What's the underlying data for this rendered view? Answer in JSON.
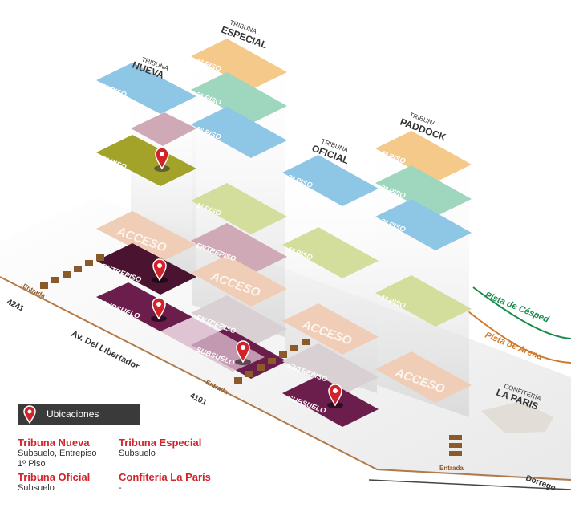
{
  "labels": {
    "tribuna_nueva": {
      "kicker": "TRIBUNA",
      "name": "NUEVA"
    },
    "tribuna_especial": {
      "kicker": "TRIBUNA",
      "name": "ESPECIAL"
    },
    "tribuna_oficial": {
      "kicker": "TRIBUNA",
      "name": "OFICIAL"
    },
    "tribuna_paddock": {
      "kicker": "TRIBUNA",
      "name": "PADDOCK"
    },
    "confiteria": {
      "kicker": "CONFITERÍA",
      "name": "LA PARÍS"
    }
  },
  "floors": {
    "piso2": "2º PISO",
    "piso1": "1º PISO",
    "piso3": "3º PISO",
    "piso4": "4º PISO",
    "acceso": "ACCESO",
    "entrepiso": "ENTREPISO",
    "subsuelo": "SUBSUELO"
  },
  "streets": {
    "av_libertador": "Av. Del Libertador",
    "dorrego": "Dorrego",
    "num_4241": "4241",
    "num_4101": "4101",
    "entrada": "Entrada"
  },
  "tracks": {
    "cesped": "Pista de Césped",
    "arena": "Pista de Arena"
  },
  "colors": {
    "blue": "#8ec6e6",
    "orange": "#f5c98a",
    "mint": "#9fd6be",
    "olive": "#d3dd9c",
    "mauve": "#cfa9b6",
    "acceso": "#f0cdb6",
    "dark_pink": "#6b1e4c",
    "green_track": "#1a8a4a",
    "orange_track": "#d07a2e",
    "accent_red": "#d2232a"
  },
  "legend": {
    "title": "Ubicaciones",
    "items": [
      {
        "name": "Tribuna Nueva",
        "desc1": "Subsuelo, Entrepiso",
        "desc2": "1º Piso"
      },
      {
        "name": "Tribuna Especial",
        "desc1": "Subsuelo",
        "desc2": ""
      },
      {
        "name": "Tribuna Oficial",
        "desc1": "Subsuelo",
        "desc2": ""
      },
      {
        "name": "Confitería La París",
        "desc1": "-",
        "desc2": ""
      }
    ]
  }
}
